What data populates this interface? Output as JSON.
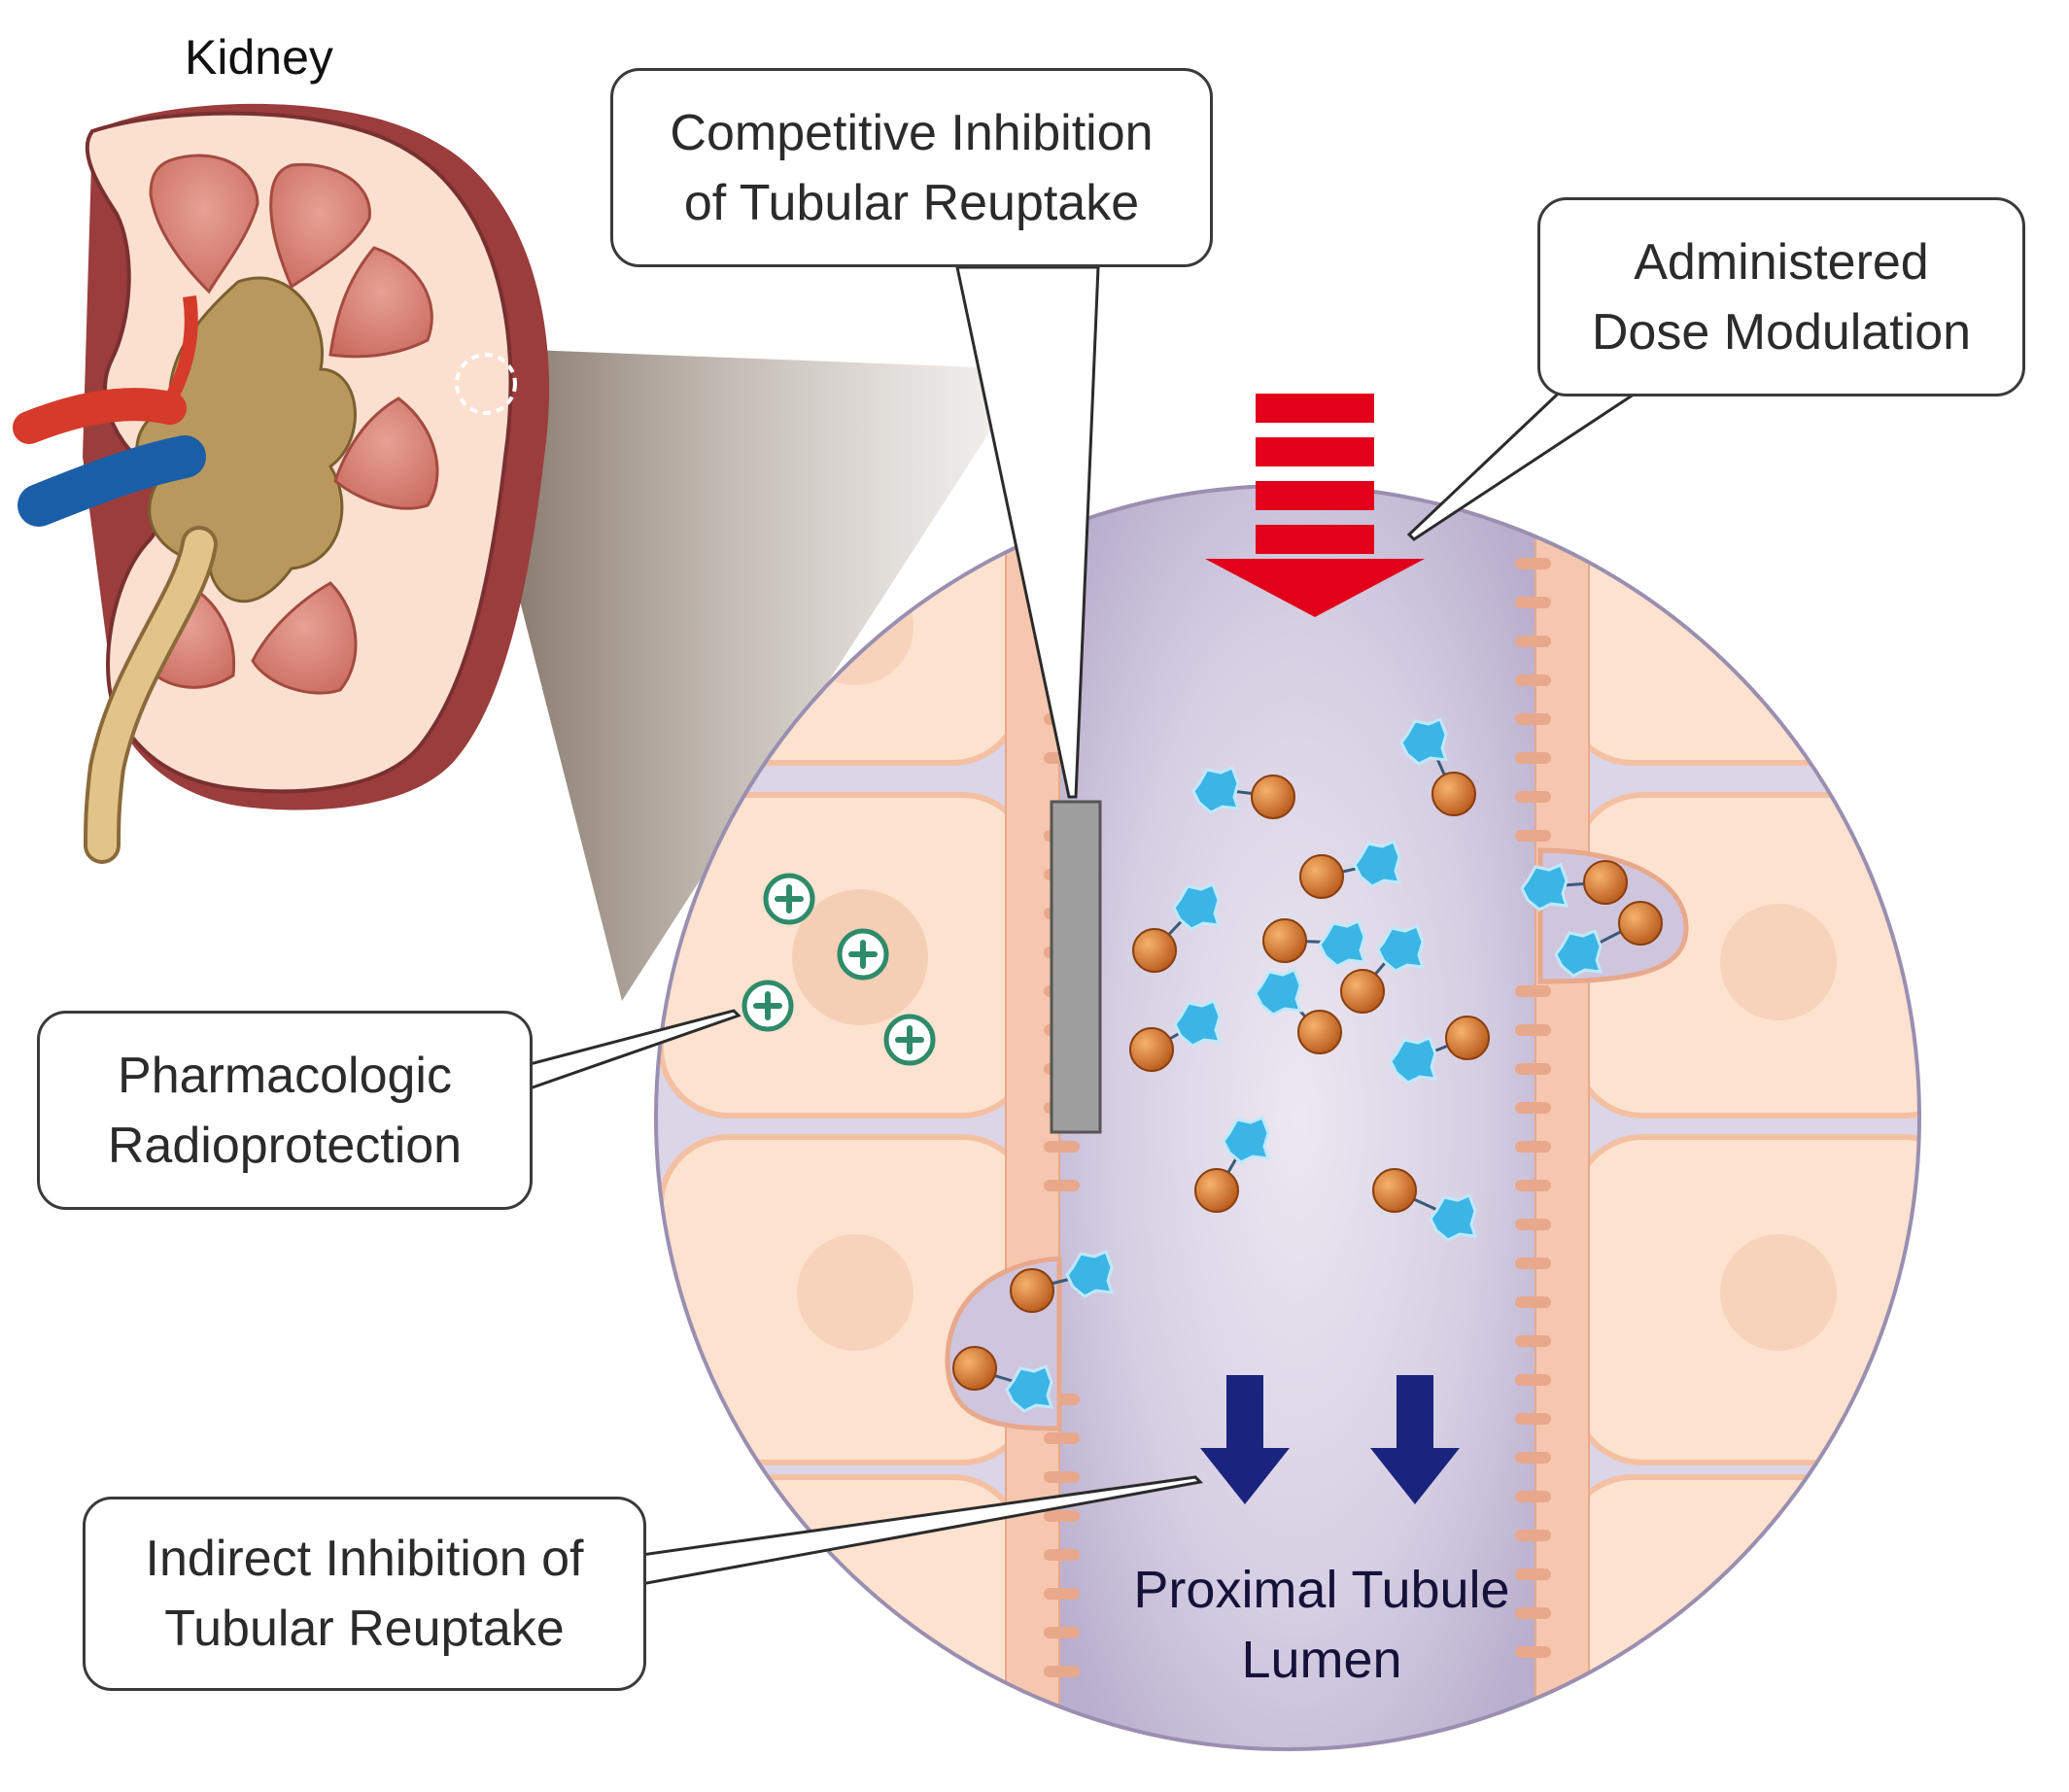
{
  "kidney": {
    "label": "Kidney"
  },
  "callouts": {
    "competitive": {
      "line1": "Competitive Inhibition",
      "line2": "of Tubular Reuptake"
    },
    "dose": {
      "line1": "Administered",
      "line2": "Dose Modulation"
    },
    "pharmacologic": {
      "line1": "Pharmacologic",
      "line2": "Radioprotection"
    },
    "indirect": {
      "line1": "Indirect Inhibition of",
      "line2": "Tubular Reuptake"
    }
  },
  "lumen": {
    "line1": "Proximal Tubule",
    "line2": "Lumen"
  },
  "colors": {
    "lumen_purple": "#cdc6dc",
    "cell_peach": "#fde2cf",
    "dose_arrow_red": "#e2001a",
    "flow_arrow_navy": "#1a237e",
    "particle_orange": "#d9782c",
    "particle_blue": "#3ab5e6",
    "plus_green": "#2e8b6a",
    "blocker_gray": "#9e9e9e"
  },
  "icons": {
    "dose_arrow": "striped-down-arrow-icon",
    "flow_arrows": "down-arrow-icon",
    "radioprotection": "plus-circle-icon",
    "blocker": "competitive-blocker-bar"
  }
}
